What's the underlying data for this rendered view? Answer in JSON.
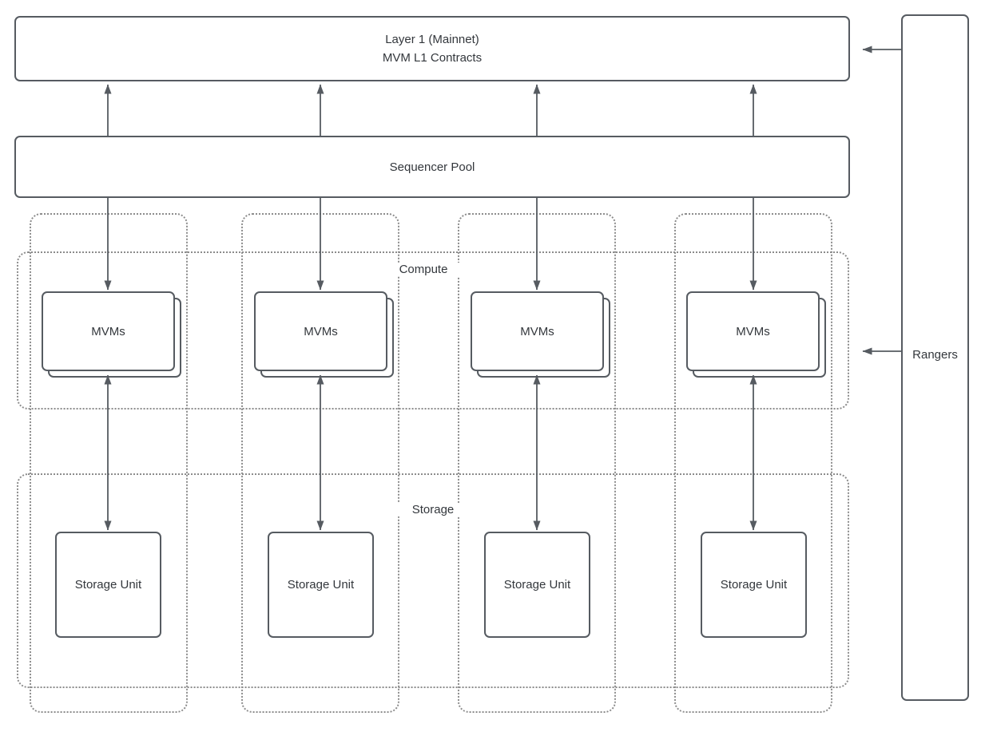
{
  "diagram": {
    "nodes": {
      "layer1": {
        "line1": "Layer 1 (Mainnet)",
        "line2": "MVM L1 Contracts"
      },
      "sequencer_pool": {
        "label": "Sequencer Pool"
      },
      "rangers": {
        "label": "Rangers"
      },
      "compute_band": {
        "label": "Compute"
      },
      "storage_band": {
        "label": "Storage"
      },
      "columns": [
        {
          "mvms": "MVMs",
          "storage_unit": "Storage Unit"
        },
        {
          "mvms": "MVMs",
          "storage_unit": "Storage Unit"
        },
        {
          "mvms": "MVMs",
          "storage_unit": "Storage Unit"
        },
        {
          "mvms": "MVMs",
          "storage_unit": "Storage Unit"
        }
      ]
    },
    "edges": [
      "sequencer_pool -> layer1 (x4, arrow up)",
      "sequencer_pool -> mvms (x4, arrow down)",
      "mvms <-> storage_unit (x4, double arrow)",
      "rangers -> layer1 (arrow left)",
      "rangers -> compute column (arrow left)"
    ],
    "colors": {
      "stroke": "#565b61",
      "text": "#33373c",
      "dotted_border": "#8c8c8c",
      "fill": "#ffffff"
    }
  }
}
